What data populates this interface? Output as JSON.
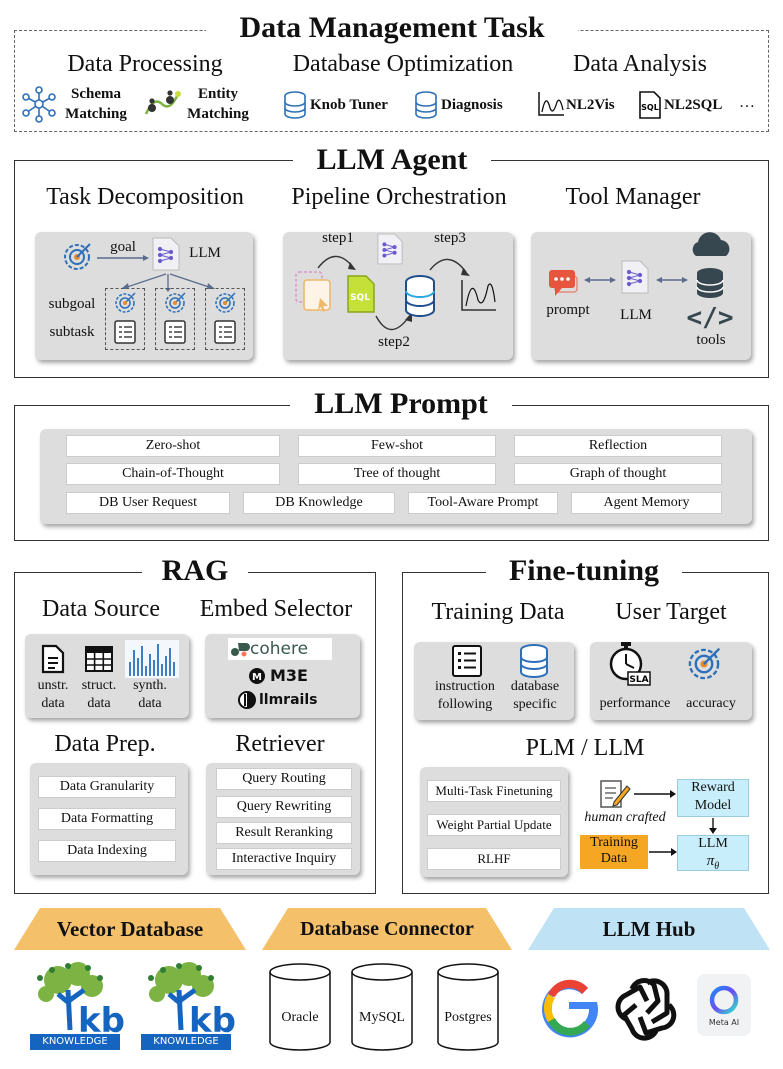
{
  "data_mgmt": {
    "title": "Data Management Task",
    "cats": [
      "Data Processing",
      "Database Optimization",
      "Data Analysis"
    ],
    "items": {
      "schema": "Schema\nMatching",
      "schema_l1": "Schema",
      "schema_l2": "Matching",
      "entity_l1": "Entity",
      "entity_l2": "Matching",
      "knob": "Knob Tuner",
      "diagnosis": "Diagnosis",
      "nl2vis": "NL2Vis",
      "nl2sql": "NL2SQL",
      "ellipsis": "…"
    }
  },
  "agent": {
    "title": "LLM Agent",
    "cols": [
      "Task Decomposition",
      "Pipeline Orchestration",
      "Tool Manager"
    ],
    "td": {
      "goal": "goal",
      "llm": "LLM",
      "subgoal": "subgoal",
      "subtask": "subtask"
    },
    "po": {
      "step1": "step1",
      "step2": "step2",
      "step3": "step3",
      "sql": "SQL"
    },
    "tm": {
      "prompt": "prompt",
      "llm": "LLM",
      "tools": "tools"
    }
  },
  "prompt": {
    "title": "LLM Prompt",
    "row1": [
      "Zero-shot",
      "Few-shot",
      "Reflection"
    ],
    "row2": [
      "Chain-of-Thought",
      "Tree of thought",
      "Graph of thought"
    ],
    "row3": [
      "DB User Request",
      "DB Knowledge",
      "Tool-Aware Prompt",
      "Agent Memory"
    ]
  },
  "rag": {
    "title": "RAG",
    "data_source": "Data Source",
    "embed_selector": "Embed Selector",
    "sources": [
      {
        "l1": "unstr.",
        "l2": "data"
      },
      {
        "l1": "struct.",
        "l2": "data"
      },
      {
        "l1": "synth.",
        "l2": "data"
      }
    ],
    "embedders": [
      "cohere",
      "M3E",
      "llmrails"
    ],
    "data_prep": "Data Prep.",
    "retriever": "Retriever",
    "prep_items": [
      "Data Granularity",
      "Data Formatting",
      "Data Indexing"
    ],
    "retriever_items": [
      "Query Routing",
      "Query Rewriting",
      "Result Reranking",
      "Interactive Inquiry"
    ]
  },
  "ft": {
    "title": "Fine-tuning",
    "training_data": "Training Data",
    "user_target": "User Target",
    "td_items": [
      {
        "l1": "instruction",
        "l2": "following"
      },
      {
        "l1": "database",
        "l2": "specific"
      }
    ],
    "ut_items": [
      "performance",
      "accuracy"
    ],
    "sla": "SLA",
    "plm": "PLM / LLM",
    "methods": [
      "Multi-Task Finetuning",
      "Weight Partial Update",
      "RLHF"
    ],
    "human_crafted": "human crafted",
    "reward_l1": "Reward",
    "reward_l2": "Model",
    "training_l1": "Training",
    "training_l2": "Data",
    "llm": "LLM",
    "pi": "π",
    "theta": "θ"
  },
  "bottom": {
    "vector_db": "Vector Database",
    "db_connector": "Database Connector",
    "llm_hub": "LLM Hub",
    "knowledge": "KNOWLEDGE",
    "databases": [
      "Oracle",
      "MySQL",
      "Postgres"
    ],
    "meta_ai": "Meta AI"
  },
  "colors": {
    "orange_banner": "#f5c06a",
    "blue_banner": "#bfe2f5",
    "orange_box": "#f5a623",
    "blue_box": "#c9eefb",
    "db_blue": "#2d6fb8",
    "icon_blue": "#3a6ea5",
    "green": "#7cb342"
  }
}
